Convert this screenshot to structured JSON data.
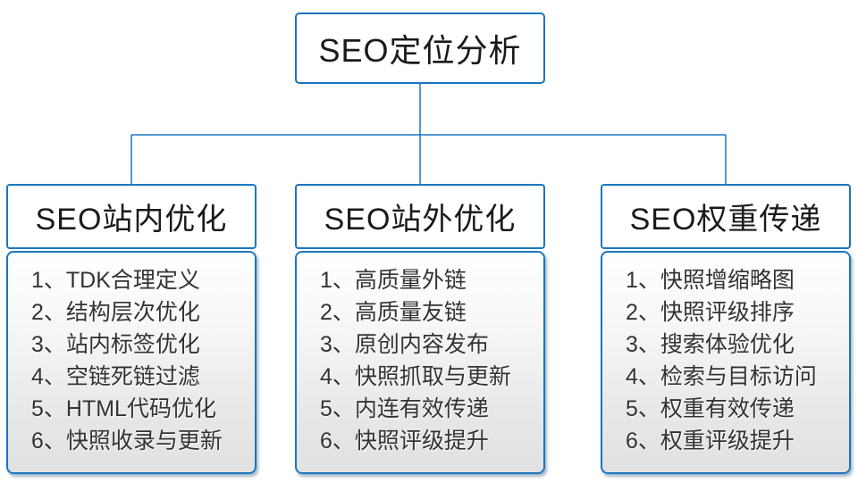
{
  "diagram": {
    "root": {
      "title": "SEO定位分析"
    },
    "columns": [
      {
        "title": "SEO站内优化",
        "items": [
          "1、TDK合理定义",
          "2、结构层次优化",
          "3、站内标签优化",
          "4、空链死链过滤",
          "5、HTML代码优化",
          "6、快照收录与更新"
        ]
      },
      {
        "title": "SEO站外优化",
        "items": [
          "1、高质量外链",
          "2、高质量友链",
          "3、原创内容发布",
          "4、快照抓取与更新",
          "5、内连有效传递",
          "6、快照评级提升"
        ]
      },
      {
        "title": "SEO权重传递",
        "items": [
          "1、快照增缩略图",
          "2、快照评级排序",
          "3、搜索体验优化",
          "4、检索与目标访问",
          "5、权重有效传递",
          "6、权重评级提升"
        ]
      }
    ],
    "colors": {
      "border_blue": "#1b75c0",
      "title_text": "#1a1a1a",
      "list_text": "#333333",
      "list_bg_top": "#ffffff",
      "list_bg_bottom": "#e1e1e1"
    }
  }
}
